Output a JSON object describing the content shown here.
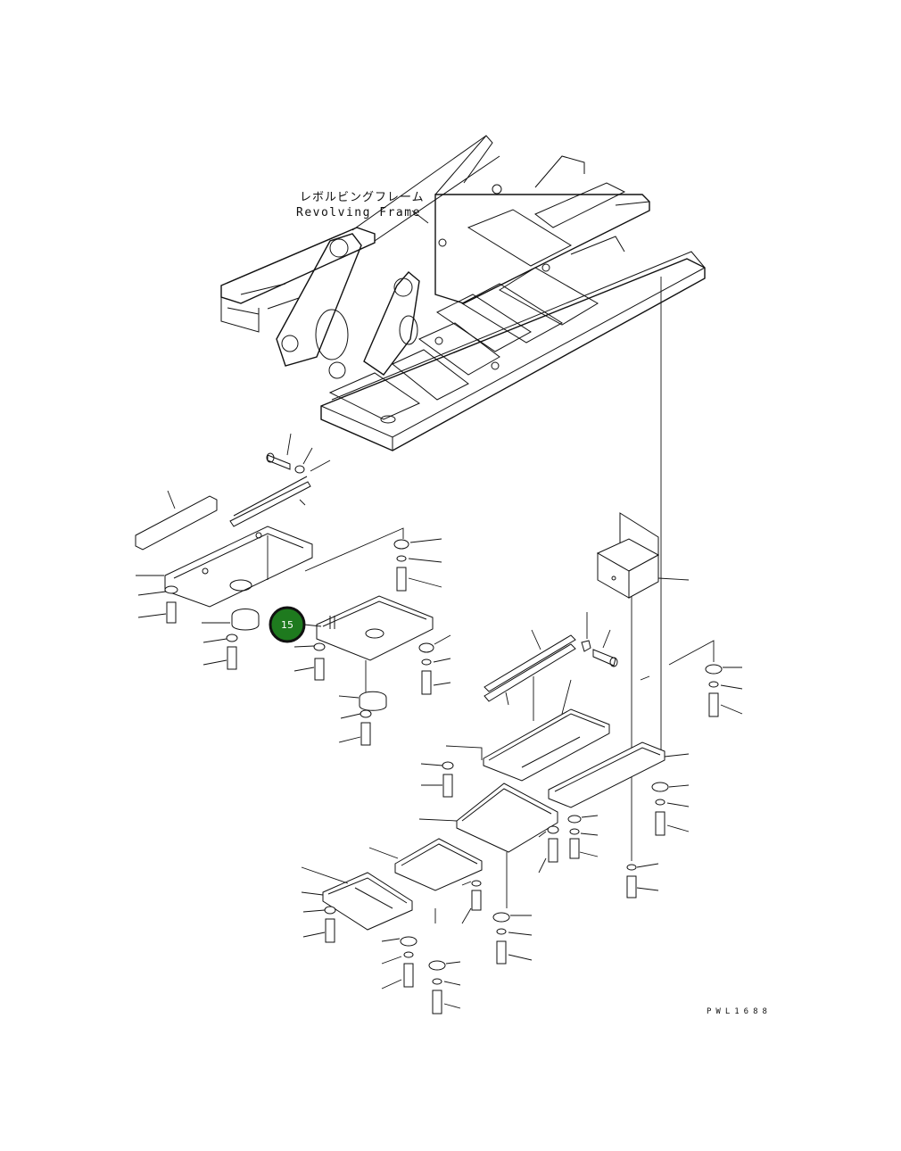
{
  "diagram": {
    "frame_label_jp": "レボルビングフレーム",
    "frame_label_en": "Revolving Frame",
    "drawing_code": "PWL1688",
    "callout": {
      "number": "15",
      "color": "#1e7a1e"
    }
  }
}
